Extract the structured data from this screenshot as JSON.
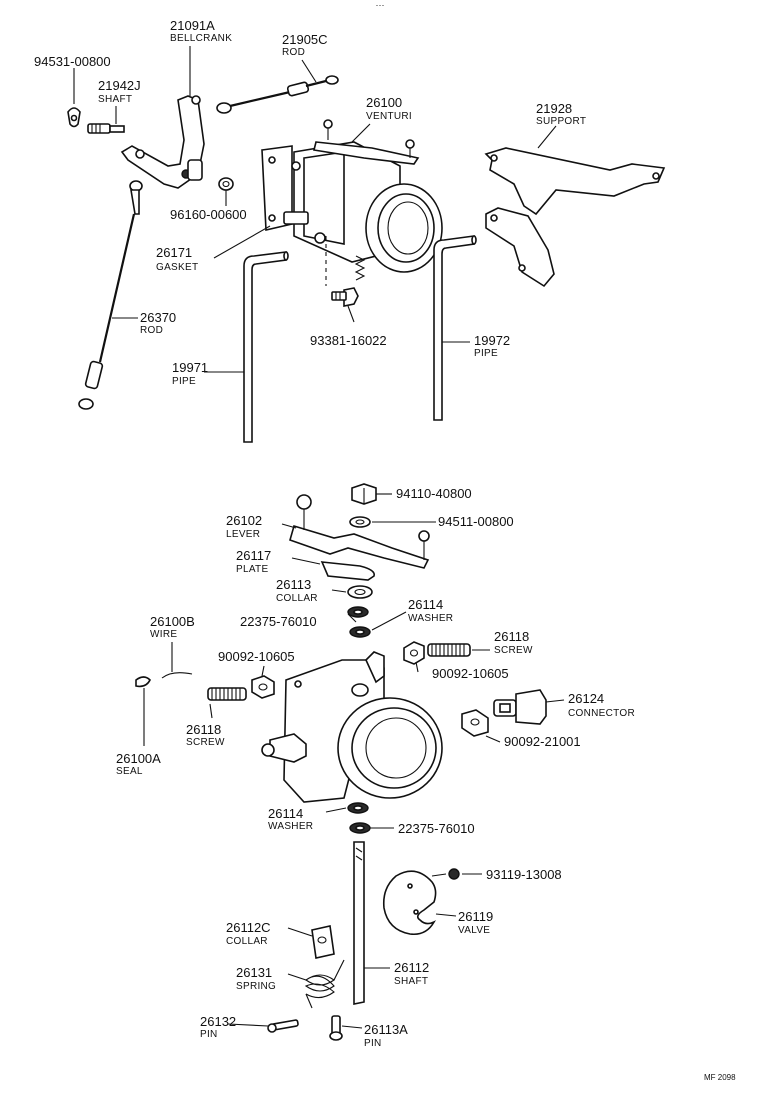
{
  "top_mark": "···",
  "footer_code": "MF 2098",
  "callouts": [
    {
      "id": "c21091a",
      "number": "21091A",
      "name": "BELLCRANK"
    },
    {
      "id": "c21905c",
      "number": "21905C",
      "name": "ROD"
    },
    {
      "id": "c94531",
      "number": "94531-00800",
      "name": ""
    },
    {
      "id": "c21942j",
      "number": "21942J",
      "name": "SHAFT"
    },
    {
      "id": "c26100",
      "number": "26100",
      "name": "VENTURI"
    },
    {
      "id": "c21928",
      "number": "21928",
      "name": "SUPPORT"
    },
    {
      "id": "c96160",
      "number": "96160-00600",
      "name": ""
    },
    {
      "id": "c26171",
      "number": "26171",
      "name": "GASKET"
    },
    {
      "id": "c26370",
      "number": "26370",
      "name": "ROD"
    },
    {
      "id": "c93381",
      "number": "93381-16022",
      "name": ""
    },
    {
      "id": "c19972",
      "number": "19972",
      "name": "PIPE"
    },
    {
      "id": "c19971",
      "number": "19971",
      "name": "PIPE"
    },
    {
      "id": "c94110",
      "number": "94110-40800",
      "name": ""
    },
    {
      "id": "c26102",
      "number": "26102",
      "name": "LEVER"
    },
    {
      "id": "c94511",
      "number": "94511-00800",
      "name": ""
    },
    {
      "id": "c26117",
      "number": "26117",
      "name": "PLATE"
    },
    {
      "id": "c26113",
      "number": "26113",
      "name": "COLLAR"
    },
    {
      "id": "c26114a",
      "number": "26114",
      "name": "WASHER"
    },
    {
      "id": "c22375a",
      "number": "22375-76010",
      "name": ""
    },
    {
      "id": "c26100b",
      "number": "26100B",
      "name": "WIRE"
    },
    {
      "id": "c26118a",
      "number": "26118",
      "name": "SCREW"
    },
    {
      "id": "c90092a",
      "number": "90092-10605",
      "name": ""
    },
    {
      "id": "c90092b",
      "number": "90092-10605",
      "name": ""
    },
    {
      "id": "c26124",
      "number": "26124",
      "name": "CONNECTOR"
    },
    {
      "id": "c26118b",
      "number": "26118",
      "name": "SCREW"
    },
    {
      "id": "c26100a",
      "number": "26100A",
      "name": "SEAL"
    },
    {
      "id": "c90092c",
      "number": "90092-21001",
      "name": ""
    },
    {
      "id": "c26114b",
      "number": "26114",
      "name": "WASHER"
    },
    {
      "id": "c22375b",
      "number": "22375-76010",
      "name": ""
    },
    {
      "id": "c93119",
      "number": "93119-13008",
      "name": ""
    },
    {
      "id": "c26112c",
      "number": "26112C",
      "name": "COLLAR"
    },
    {
      "id": "c26119",
      "number": "26119",
      "name": "VALVE"
    },
    {
      "id": "c26131",
      "number": "26131",
      "name": "SPRING"
    },
    {
      "id": "c26112",
      "number": "26112",
      "name": "SHAFT"
    },
    {
      "id": "c26132",
      "number": "26132",
      "name": "PIN"
    },
    {
      "id": "c26113a",
      "number": "26113A",
      "name": "PIN"
    }
  ]
}
